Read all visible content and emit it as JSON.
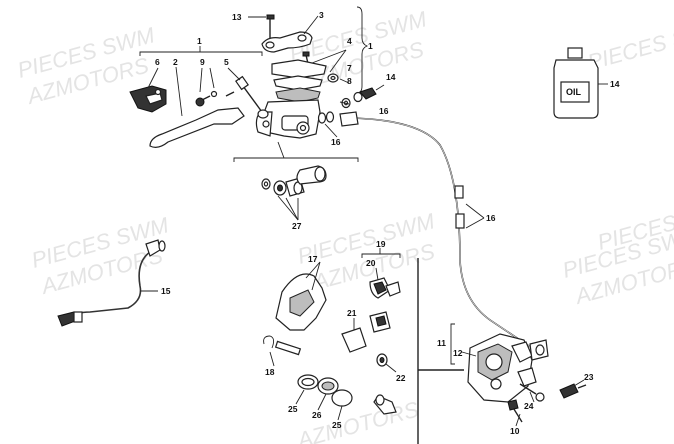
{
  "watermarks": [
    "PIECES SWM",
    "AZMOTORS",
    "PIECES SWM",
    "AZMOTORS",
    "PIECES SWM",
    "AZMOTORS",
    "PIECES SWM",
    "AZMOTORS",
    "PIECES SWM",
    "AZMOTORS",
    "PIECES SWM",
    "AZMOTORS",
    "PIECES SWM"
  ],
  "bottle_label": "OIL",
  "callouts": {
    "c13": "13",
    "c3": "3",
    "c1_top": "1",
    "c1_right": "1",
    "c4": "4",
    "c7": "7",
    "c8": "8",
    "c14_bolt": "14",
    "c14_oil": "14",
    "c16_a": "16",
    "c16_b": "16",
    "c16_c": "16",
    "c6": "6",
    "c2": "2",
    "c9": "9",
    "c5": "5",
    "c27": "27",
    "c15": "15",
    "c17": "17",
    "c19": "19",
    "c20": "20",
    "c21": "21",
    "c11": "11",
    "c12": "12",
    "c18": "18",
    "c22": "22",
    "c23": "23",
    "c24": "24",
    "c25_a": "25",
    "c26": "26",
    "c25_b": "25",
    "c10": "10"
  }
}
